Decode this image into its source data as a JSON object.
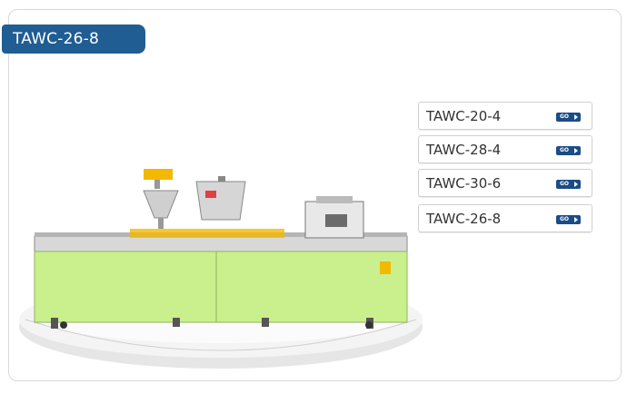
{
  "header": {
    "title": "TAWC-26-8"
  },
  "models": [
    {
      "label": "TAWC-20-4",
      "go": "GO"
    },
    {
      "label": "TAWC-28-4",
      "go": "GO"
    },
    {
      "label": "TAWC-30-6",
      "go": "GO"
    },
    {
      "label": "TAWC-26-8",
      "go": "GO"
    }
  ],
  "colors": {
    "accent": "#1f5d93",
    "go_button": "#1b4c85",
    "machine_body": "#c9f08d",
    "hopper_yellow": "#f2b900"
  },
  "icons": [
    "go-arrow-icon",
    "machine-image"
  ]
}
